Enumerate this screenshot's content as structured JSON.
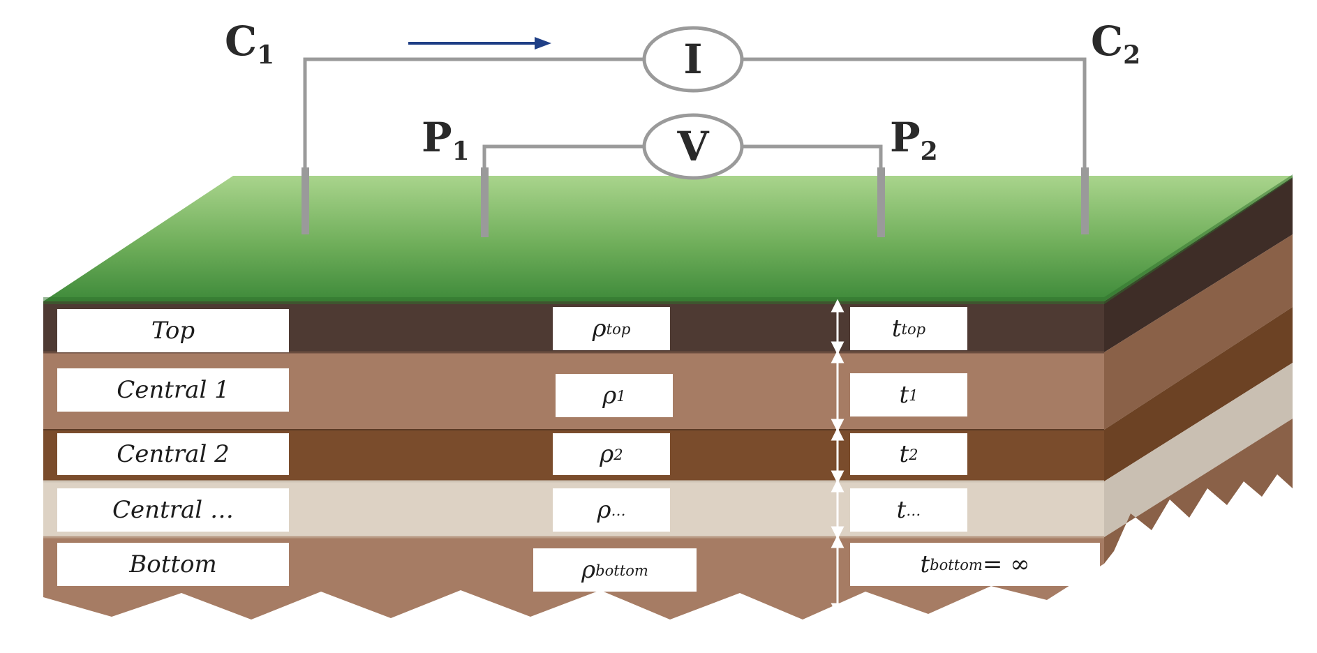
{
  "electrodes": {
    "c1": {
      "main": "C",
      "sub": "1"
    },
    "c2": {
      "main": "C",
      "sub": "2"
    },
    "p1": {
      "main": "P",
      "sub": "1"
    },
    "p2": {
      "main": "P",
      "sub": "2"
    }
  },
  "meters": {
    "current": "I",
    "voltage": "V"
  },
  "layers": [
    {
      "name": "Top",
      "rho_sym": "ρ",
      "rho_sub": "top",
      "t_sym": "t",
      "t_sub": "top",
      "t_suffix": "",
      "color": "#4e3a33"
    },
    {
      "name": "Central 1",
      "rho_sym": "ρ",
      "rho_sub": "1",
      "t_sym": "t",
      "t_sub": "1",
      "t_suffix": "",
      "color": "#a67c64"
    },
    {
      "name": "Central 2",
      "rho_sym": "ρ",
      "rho_sub": "2",
      "t_sym": "t",
      "t_sub": "2",
      "t_suffix": "",
      "color": "#7a4c2c"
    },
    {
      "name": "Central …",
      "rho_sym": "ρ",
      "rho_sub": "…",
      "t_sym": "t",
      "t_sub": "…",
      "t_suffix": "",
      "color": "#ddd2c4"
    },
    {
      "name": "Bottom",
      "rho_sym": "ρ",
      "rho_sub": "bottom",
      "t_sym": "t",
      "t_sub": "bottom",
      "t_suffix": " = ∞",
      "color": "#a67c64"
    }
  ],
  "colors": {
    "grass_light": "#a9d48c",
    "grass_dark": "#3e8a3a",
    "wire": "#9a9a9a",
    "arrow": "#1f3f86"
  }
}
